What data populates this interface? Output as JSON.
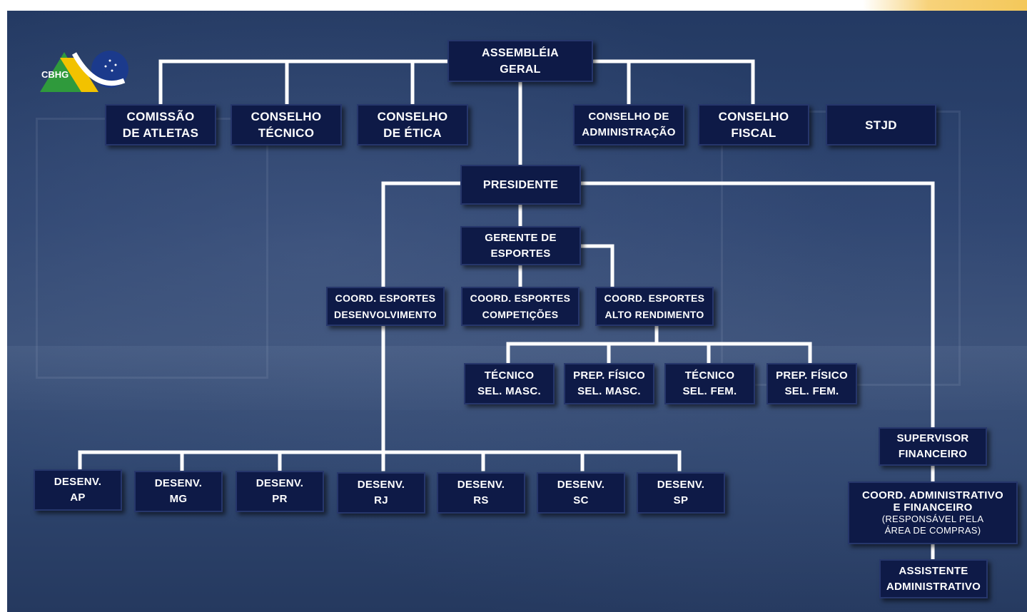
{
  "logo": {
    "text": "CBHG",
    "colors": {
      "green": "#2f9a3c",
      "yellow": "#f2c200",
      "blue": "#1b3a8c"
    }
  },
  "colors": {
    "box_fill": "#0e1a47",
    "line": "#ffffff",
    "background": "#2d4470"
  },
  "nodes": {
    "assembleia": "ASSEMBLÉIA\nGERAL",
    "comissao_atletas": "COMISSÃO\nDE ATLETAS",
    "conselho_tecnico": "CONSELHO\nTÉCNICO",
    "conselho_etica": "CONSELHO\nDE ÉTICA",
    "conselho_admin": "CONSELHO DE\nADMINISTRAÇÃO",
    "conselho_fiscal": "CONSELHO\nFISCAL",
    "stjd": "STJD",
    "presidente": "PRESIDENTE",
    "gerente_esportes": "GERENTE DE\nESPORTES",
    "coord_desenvolvimento": "COORD. ESPORTES\nDESENVOLVIMENTO",
    "coord_competicoes": "COORD. ESPORTES\nCOMPETIÇÕES",
    "coord_alto_rendimento": "COORD. ESPORTES\nALTO RENDIMENTO",
    "tecnico_sel_masc": "TÉCNICO\nSEL. MASC.",
    "prep_fisico_sel_masc": "PREP. FÍSICO\nSEL. MASC.",
    "tecnico_sel_fem": "TÉCNICO\nSEL. FEM.",
    "prep_fisico_sel_fem": "PREP. FÍSICO\nSEL. FEM.",
    "desenv_ap": "DESENV.\nAP",
    "desenv_mg": "DESENV.\nMG",
    "desenv_pr": "DESENV.\nPR",
    "desenv_rj": "DESENV.\nRJ",
    "desenv_rs": "DESENV.\nRS",
    "desenv_sc": "DESENV.\nSC",
    "desenv_sp": "DESENV.\nSP",
    "supervisor_financeiro": "SUPERVISOR\nFINANCEIRO",
    "coord_adm_fin": "COORD. ADMINISTRATIVO\nE FINANCEIRO",
    "coord_adm_fin_note": "(RESPONSÁVEL PELA\nÁREA DE COMPRAS)",
    "assistente_adm": "ASSISTENTE\nADMINISTRATIVO"
  }
}
